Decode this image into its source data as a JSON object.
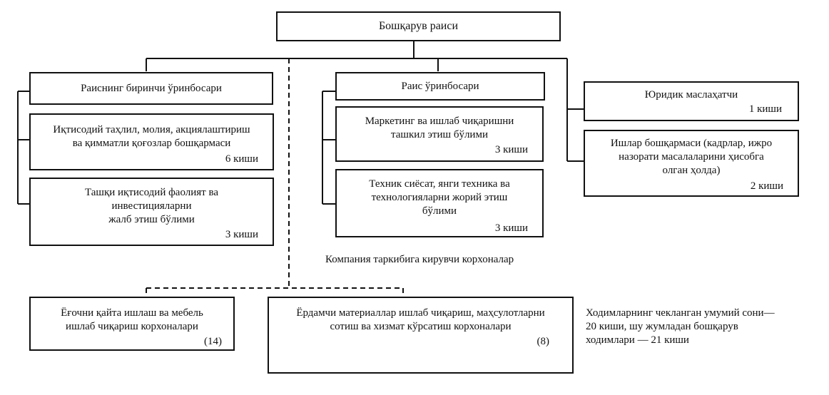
{
  "chairman": "Бошқарув раиси",
  "first_deputy": {
    "title": "Раиснинг биринчи ўринбосари",
    "units": [
      {
        "lines": [
          "Иқтисодий таҳлил, молия, акциялаштириш",
          "ва қимматли қоғозлар бошқармаси"
        ],
        "count": "6 киши"
      },
      {
        "lines": [
          "Ташқи иқтисодий фаолият ва",
          "инвестицияларни",
          "жалб этиш  бўлими"
        ],
        "count": "3 киши"
      }
    ]
  },
  "deputy": {
    "title": "Раис ўринбосари",
    "units": [
      {
        "lines": [
          "Маркетинг ва ишлаб чиқаришни",
          "ташкил этиш бўлими"
        ],
        "count": "3 киши"
      },
      {
        "lines": [
          "Техник сиёсат, янги техника ва",
          "технологияларни жорий этиш",
          "бўлими"
        ],
        "count": "3 киши"
      }
    ]
  },
  "legal": {
    "title": "Юридик маслаҳатчи",
    "count": "1 киши"
  },
  "affairs": {
    "lines": [
      "Ишлар бошқармаси (кадрлар, ижро",
      "назорати масалаларини ҳисобга",
      "олган ҳолда)"
    ],
    "count": "2 киши"
  },
  "companies_label": "Компания таркибига кирувчи корхоналар",
  "enterprises": [
    {
      "lines": [
        "Ёғочни қайта ишлаш ва мебель",
        "ишлаб чиқариш корхоналари"
      ],
      "count": "(14)"
    },
    {
      "lines": [
        "Ёрдамчи материаллар ишлаб чиқариш, маҳсулотларни",
        "сотиш ва хизмат кўрсатиш корхоналари"
      ],
      "count": "(8)"
    }
  ],
  "note": [
    "Ходимларнинг чекланган умумий сони—",
    "20 киши, шу жумладан бошқарув",
    "ходимлари — 21 киши"
  ]
}
